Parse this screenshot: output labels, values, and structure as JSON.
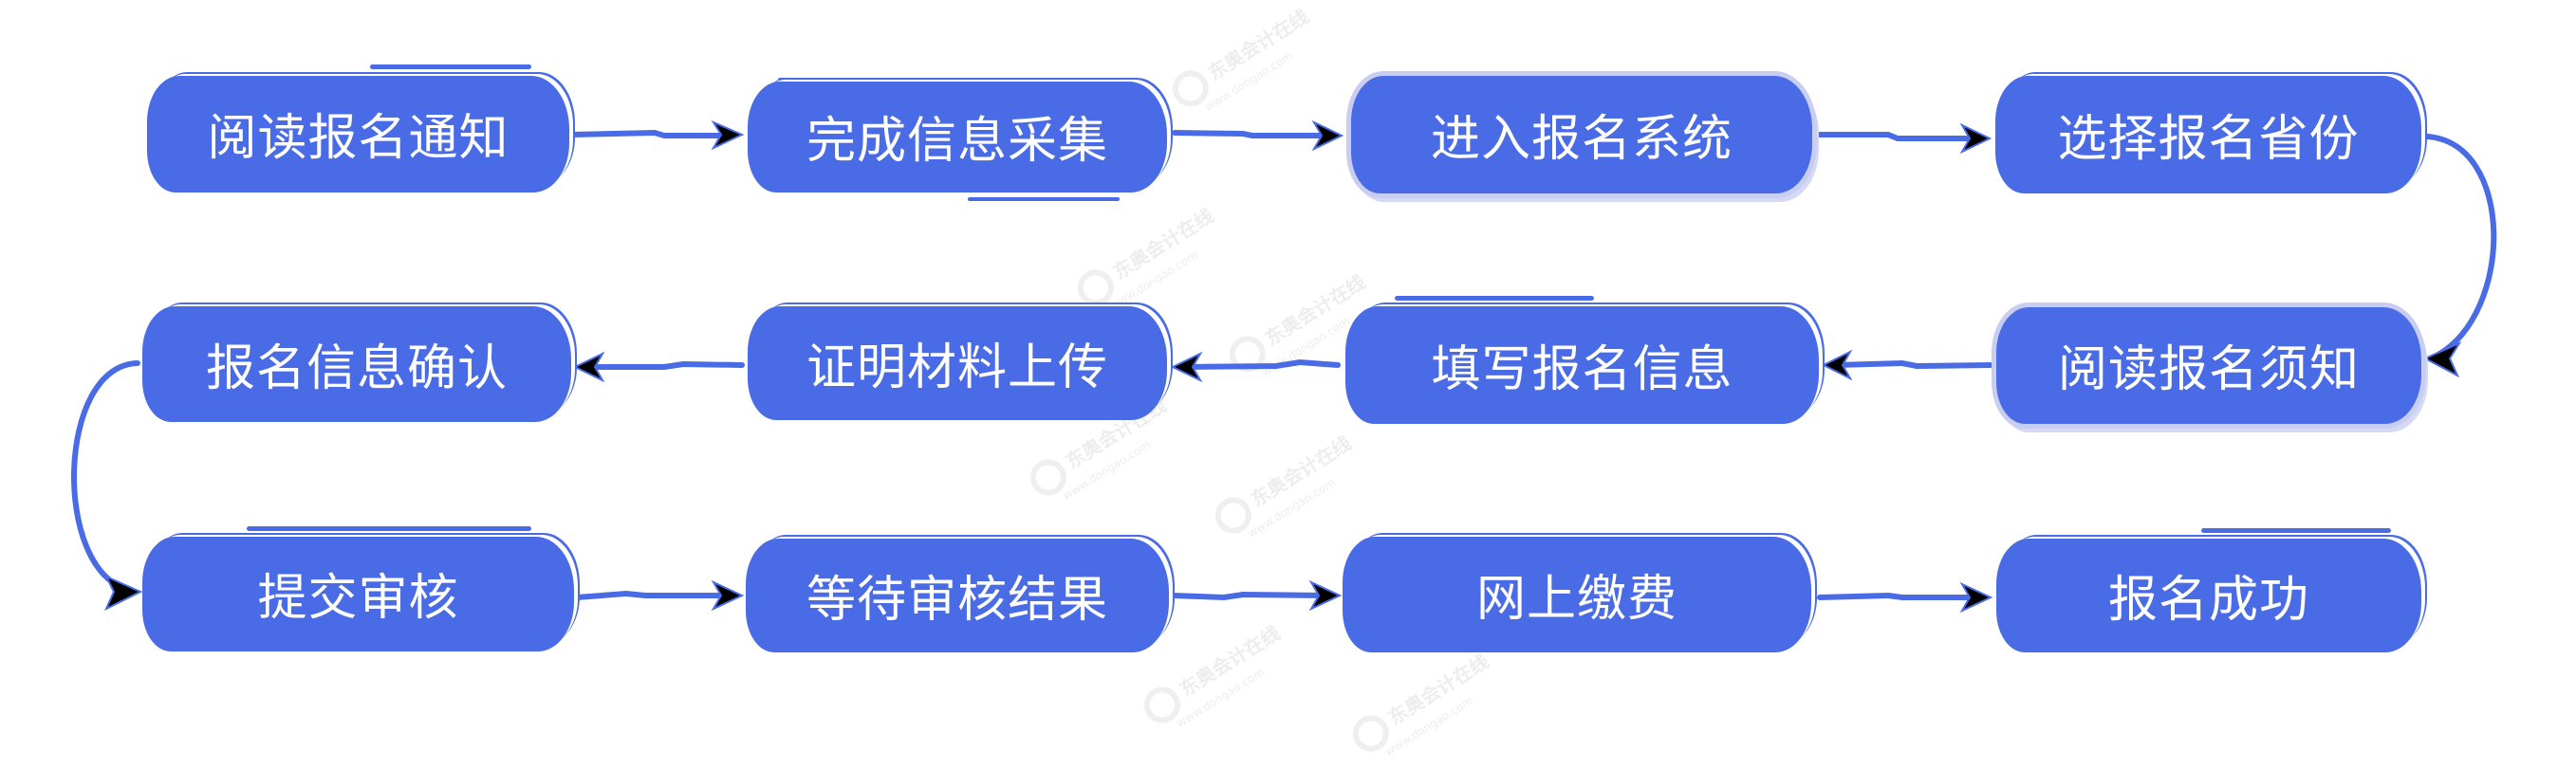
{
  "diagram": {
    "type": "flowchart",
    "layout": "serpentine-3-rows",
    "colors": {
      "node_fill": "#4a6be6",
      "node_text": "#ffffff",
      "outline_accent": "#c9cdf2",
      "connector": "#4a6be6",
      "arrowhead": "#000000",
      "background": "#ffffff"
    },
    "steps": [
      {
        "id": 1,
        "label": "阅读报名通知"
      },
      {
        "id": 2,
        "label": "完成信息采集"
      },
      {
        "id": 3,
        "label": "进入报名系统"
      },
      {
        "id": 4,
        "label": "选择报名省份"
      },
      {
        "id": 5,
        "label": "阅读报名须知"
      },
      {
        "id": 6,
        "label": "填写报名信息"
      },
      {
        "id": 7,
        "label": "证明材料上传"
      },
      {
        "id": 8,
        "label": "报名信息确认"
      },
      {
        "id": 9,
        "label": "提交审核"
      },
      {
        "id": 10,
        "label": "等待审核结果"
      },
      {
        "id": 11,
        "label": "网上缴费"
      },
      {
        "id": 12,
        "label": "报名成功"
      }
    ],
    "edges": [
      {
        "from": 1,
        "to": 2
      },
      {
        "from": 2,
        "to": 3
      },
      {
        "from": 3,
        "to": 4
      },
      {
        "from": 4,
        "to": 5
      },
      {
        "from": 5,
        "to": 6
      },
      {
        "from": 6,
        "to": 7
      },
      {
        "from": 7,
        "to": 8
      },
      {
        "from": 8,
        "to": 9
      },
      {
        "from": 9,
        "to": 10
      },
      {
        "from": 10,
        "to": 11
      },
      {
        "from": 11,
        "to": 12
      }
    ]
  },
  "watermark": {
    "text": "东奥会计在线",
    "url": "www.dongao.com"
  }
}
